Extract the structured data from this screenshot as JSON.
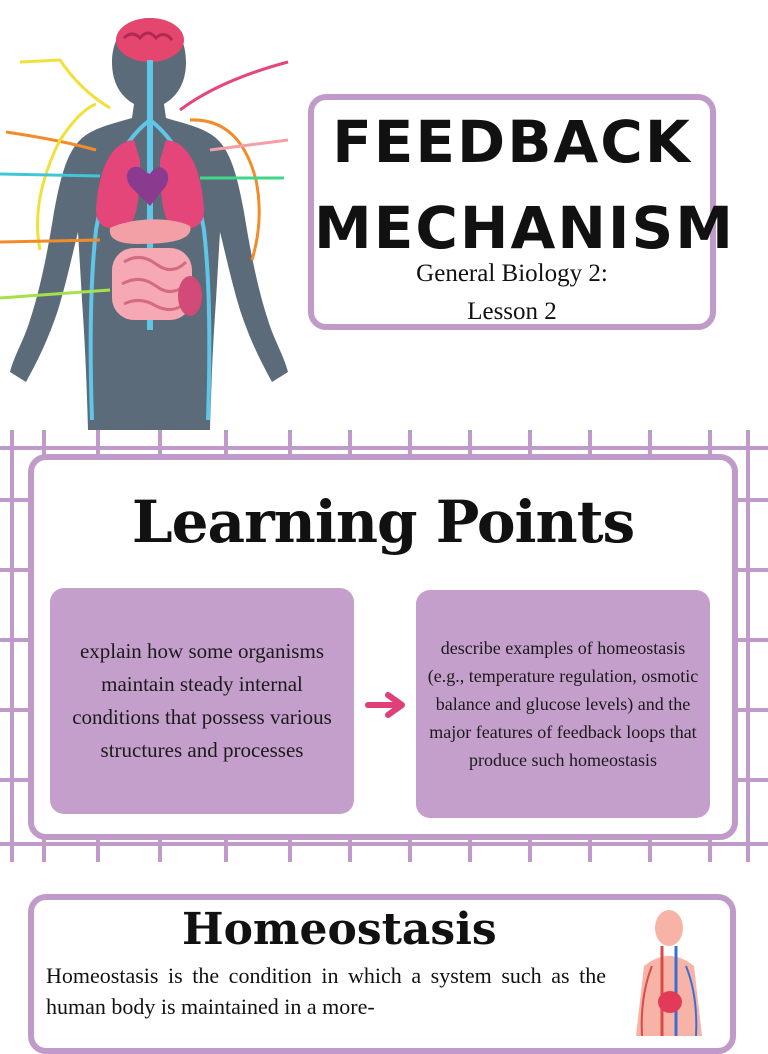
{
  "title": {
    "line1": "FEEDBACK",
    "line2": "MECHANISM",
    "subtitle_line1": "General Biology 2:",
    "subtitle_line2": "Lesson 2"
  },
  "learning_points": {
    "heading": "Learning Points",
    "point1": "explain how some organisms maintain steady internal conditions that possess various structures and processes",
    "point2": "describe examples of homeostasis (e.g., temperature regulation, osmotic balance and glucose levels) and the major features of feedback loops that produce such homeostasis",
    "arrow_icon": "arrow-right-icon"
  },
  "homeostasis": {
    "heading": "Homeostasis",
    "text": "Homeostasis is the condition in which a system such as the human body is maintained in a more-"
  },
  "colors": {
    "accent_border": "#c09ac9",
    "box_fill": "#c59fcc",
    "arrow": "#e0407a"
  }
}
